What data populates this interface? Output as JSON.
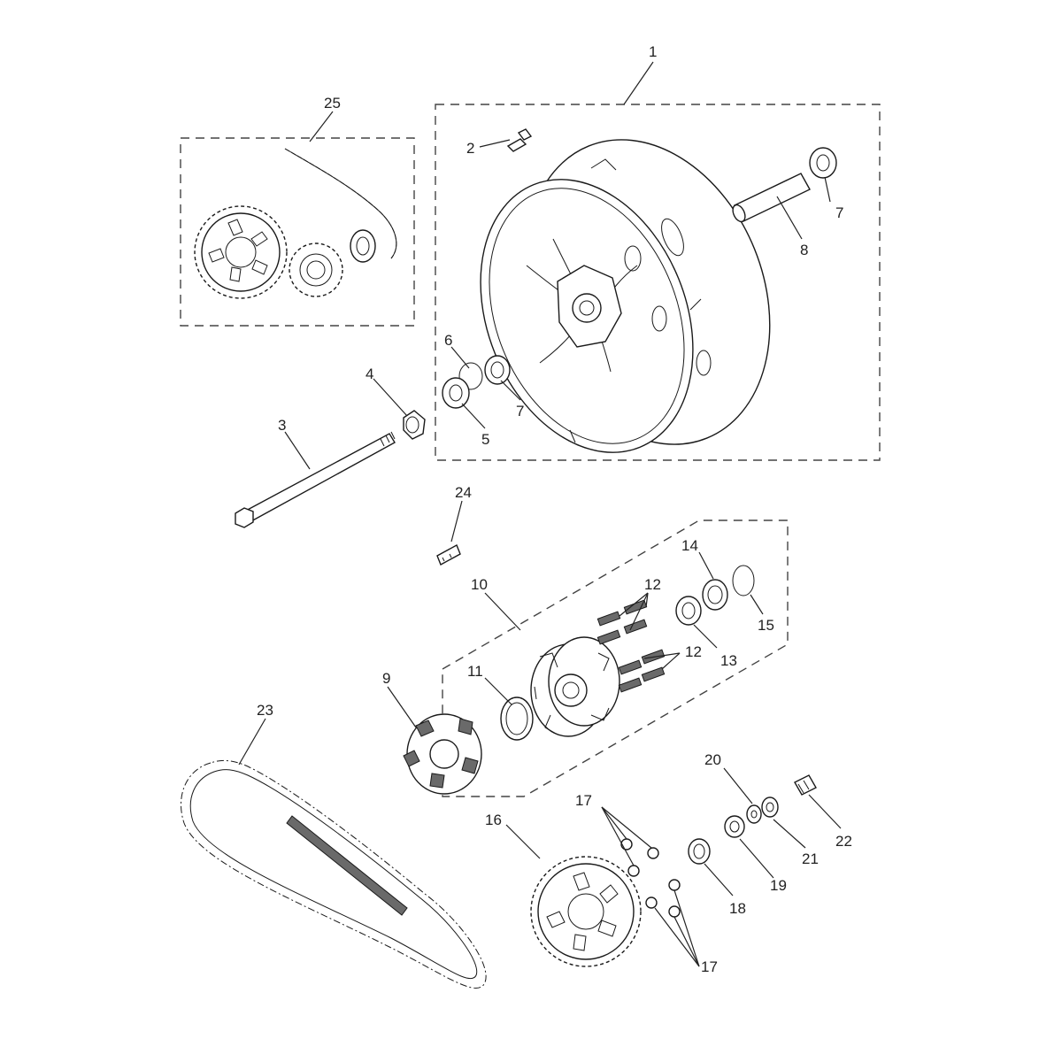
{
  "colors": {
    "line": "#1a1a1a",
    "box": "#444444",
    "background": "#ffffff"
  },
  "callouts": {
    "c1": "1",
    "c2": "2",
    "c3": "3",
    "c4": "4",
    "c5": "5",
    "c6": "6",
    "c7a": "7",
    "c7b": "7",
    "c8": "8",
    "c9": "9",
    "c10": "10",
    "c11": "11",
    "c12a": "12",
    "c12b": "12",
    "c13": "13",
    "c14": "14",
    "c15": "15",
    "c16": "16",
    "c17a": "17",
    "c17b": "17",
    "c18": "18",
    "c19": "19",
    "c20": "20",
    "c21": "21",
    "c22": "22",
    "c23": "23",
    "c24": "24",
    "c25": "25"
  }
}
